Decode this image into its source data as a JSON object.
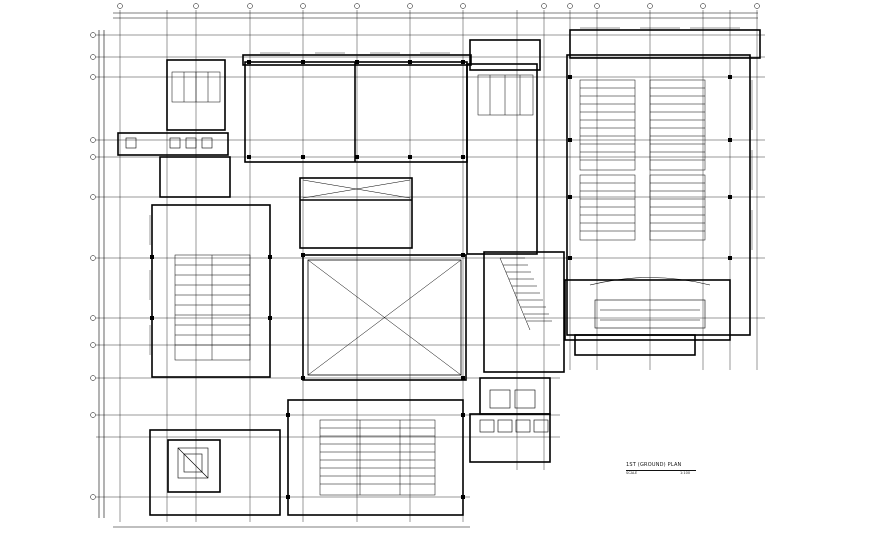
{
  "drawing": {
    "title": "1ST (GROUND) PLAN",
    "scale_left": "SCALE",
    "scale_right": "1:100",
    "line_color": "#000000",
    "background": "#ffffff"
  }
}
